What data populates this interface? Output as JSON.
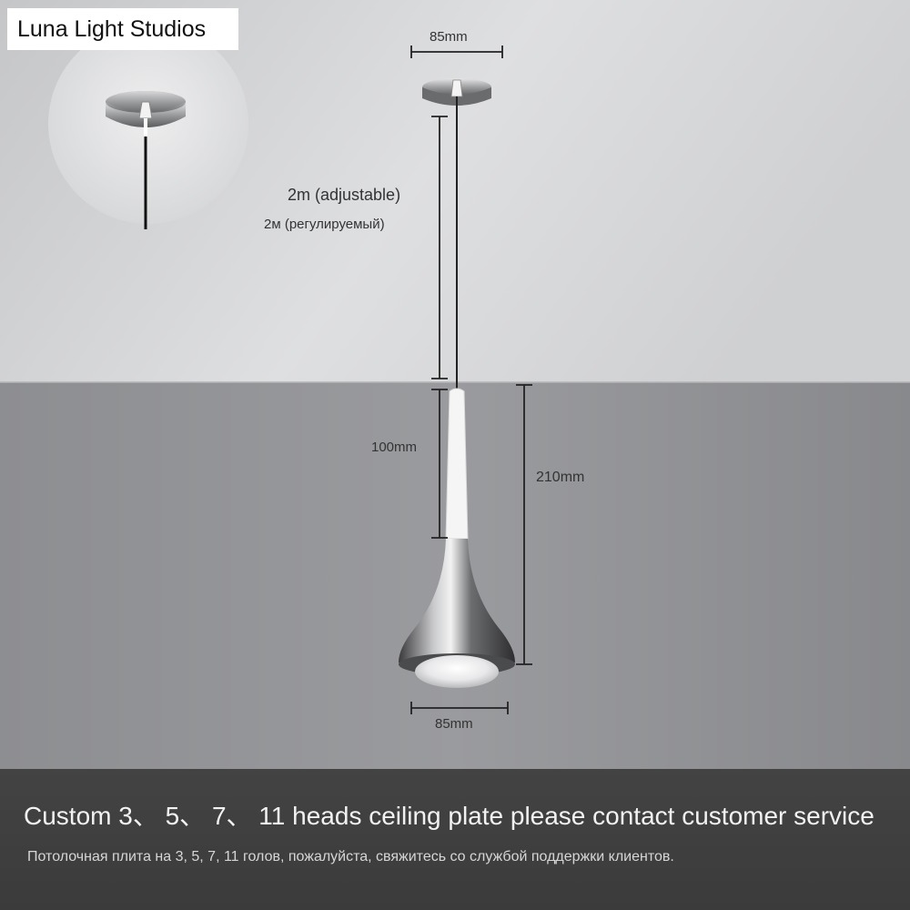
{
  "brand": {
    "name": "Luna Light Studios"
  },
  "product": {
    "name": "pendant-light",
    "dimensions": {
      "canopy_width": "85mm",
      "cord_length_en": "2m (adjustable)",
      "cord_length_ru": "2м (регулируемый)",
      "tube_length": "100mm",
      "total_height": "210mm",
      "shade_width": "85mm"
    }
  },
  "caption": {
    "english": "Custom 3、 5、 7、 11 heads ceiling plate please contact customer service",
    "russian": "Потолочная плита на 3, 5, 7, 11 голов, пожалуйста, свяжитесь со службой поддержки клиентов."
  },
  "colors": {
    "ceiling": "#d2d3d5",
    "wall": "#8f9093",
    "caption_band": "#404040",
    "chrome": "#6e6e6e"
  }
}
